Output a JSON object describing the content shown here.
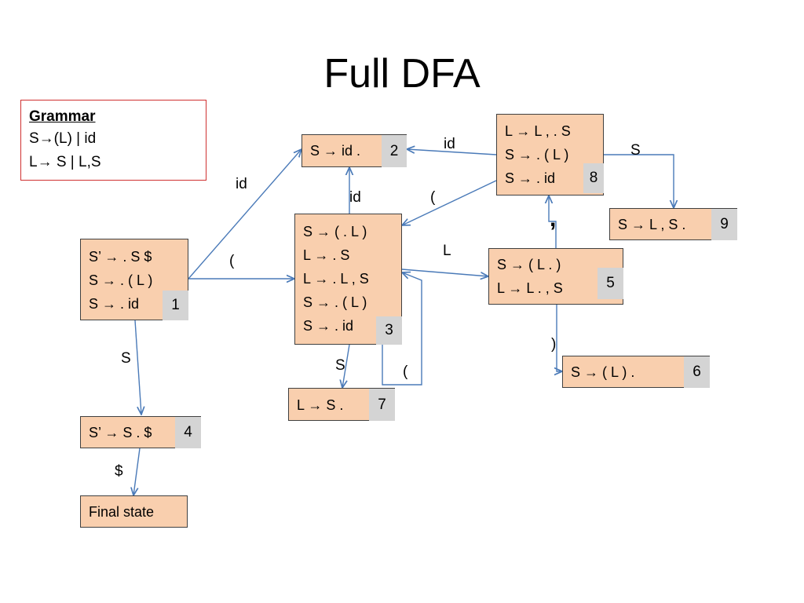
{
  "title": "Full DFA",
  "grammar": {
    "heading": "Grammar",
    "rules": [
      "S→(L) | id",
      "L→ S | L,S"
    ]
  },
  "states": {
    "s1": {
      "items": [
        "S’ → . S $",
        "S → . ( L )",
        "S → . id"
      ],
      "number": "1"
    },
    "s2": {
      "items": [
        "S →  id ."
      ],
      "number": "2"
    },
    "s3": {
      "items": [
        "S →  ( . L )",
        "L → . S",
        "L → . L , S",
        "S → . ( L )",
        "S → . id"
      ],
      "number": "3"
    },
    "s4": {
      "items": [
        "S’ →  S . $"
      ],
      "number": "4"
    },
    "s5": {
      "items": [
        "S → ( L . )",
        "L → L . , S"
      ],
      "number": "5"
    },
    "s6": {
      "items": [
        "S →  ( L ) ."
      ],
      "number": "6"
    },
    "s7": {
      "items": [
        "L →  S ."
      ],
      "number": "7"
    },
    "s8": {
      "items": [
        "L →  L , .  S",
        "S → . ( L )",
        "S → . id"
      ],
      "number": "8"
    },
    "s9": {
      "items": [
        "S → L , S ."
      ],
      "number": "9"
    },
    "final": {
      "items": [
        "Final state"
      ]
    }
  },
  "edge_labels": {
    "e1_2": "id",
    "e1_3": "(",
    "e1_4": "S",
    "e4_final": "$",
    "e3_2": "id",
    "e3_5": "L",
    "e3_7": "S",
    "e3_3": "(",
    "e8_2": "id",
    "e8_3": "(",
    "e8_9": "S",
    "e5_8": ",",
    "e5_6": ")"
  },
  "colors": {
    "state_fill": "#f9cfae",
    "number_fill": "#d4d4d4",
    "edge": "#4a7ab8",
    "grammar_border": "#d03030"
  }
}
